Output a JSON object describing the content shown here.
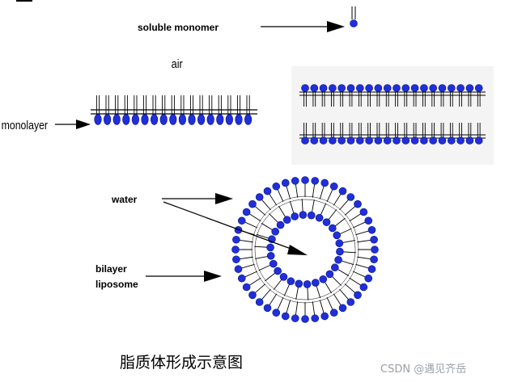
{
  "labels": {
    "soluble_monomer": "soluble monomer",
    "air": "air",
    "monolayer": "monolayer",
    "water": "water",
    "bilayer_line1": "bilayer",
    "bilayer_line2": "liposome"
  },
  "caption": "脂质体形成示意图",
  "watermark": "CSDN @遇见齐岳",
  "colors": {
    "head": "#1f2fd9",
    "head_stroke": "#0a108a",
    "tail": "#000000",
    "background": "#ffffff",
    "bilayer_panel": "#f4f4f4"
  },
  "icons": [
    "arrow-icon",
    "lipid-head-icon",
    "lipid-tail-icon"
  ]
}
